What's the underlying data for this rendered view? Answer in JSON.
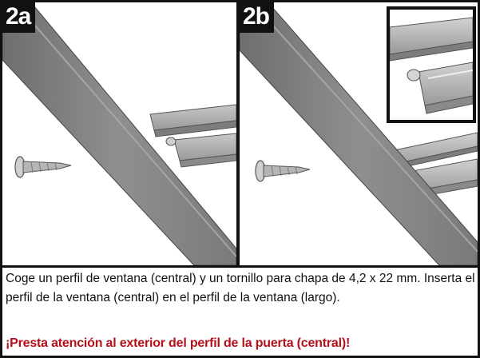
{
  "panels": [
    {
      "label": "2a"
    },
    {
      "label": "2b"
    }
  ],
  "caption": "Coge un perfil de ventana (central) y un tornillo para chapa de 4,2 x 22 mm. Inserta el perfil de la ventana (central) en el perfil de la ventana (largo).",
  "warning": "¡Presta atención al exterior del perfil de la puerta (central)!",
  "colors": {
    "warning": "#b3101a",
    "profile": "#8a8a8a",
    "frame": "#111111"
  }
}
